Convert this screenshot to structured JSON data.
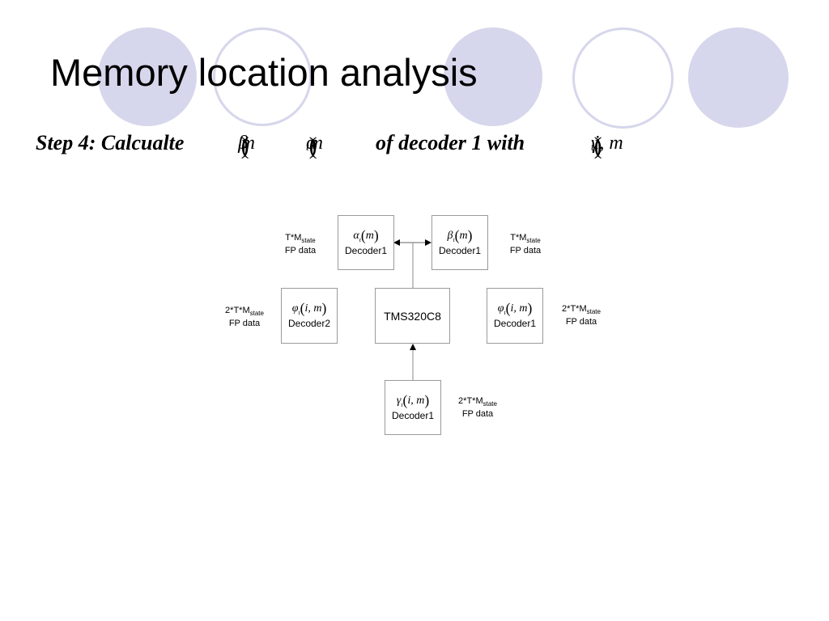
{
  "slide": {
    "title": "Memory location analysis",
    "step_text": "Step 4: Calcualte",
    "step_suffix": "of decoder 1 with",
    "eq_beta": {
      "sym": "β",
      "sub": "t",
      "arg": "m"
    },
    "eq_alpha": {
      "sym": "α",
      "sub": "t",
      "arg": "m"
    },
    "eq_gamma": {
      "sym": "γ",
      "sub": "t",
      "arg": "i, m"
    }
  },
  "decor": {
    "filled_color": "#d6d6ec",
    "outline_color": "#d6d6ec"
  },
  "diagram": {
    "alpha_box": {
      "sym": "α",
      "sub": "t",
      "arg": "m",
      "label": "Decoder1"
    },
    "beta_box": {
      "sym": "β",
      "sub": "t",
      "arg": "m",
      "label": "Decoder1"
    },
    "phi_left_box": {
      "sym": "φ",
      "sub": "t",
      "arg": "i, m",
      "label": "Decoder2"
    },
    "cpu_box": {
      "label": "TMS320C8"
    },
    "phi_right_box": {
      "sym": "φ",
      "sub": "t",
      "arg": "i, m",
      "label": "Decoder1"
    },
    "gamma_box": {
      "sym": "γ",
      "sub": "t",
      "arg": "i, m",
      "label": "Decoder1"
    },
    "notes": {
      "alpha": {
        "main": "T*M",
        "sub": "state",
        "line2": "FP data"
      },
      "beta": {
        "main": "T*M",
        "sub": "state",
        "line2": "FP data"
      },
      "phi_left": {
        "main": "2*T*M",
        "sub": "state",
        "line2": "FP data"
      },
      "phi_right": {
        "main": "2*T*M",
        "sub": "state",
        "line2": "FP data"
      },
      "gamma": {
        "main": "2*T*M",
        "sub": "state",
        "line2": "FP data"
      }
    }
  }
}
